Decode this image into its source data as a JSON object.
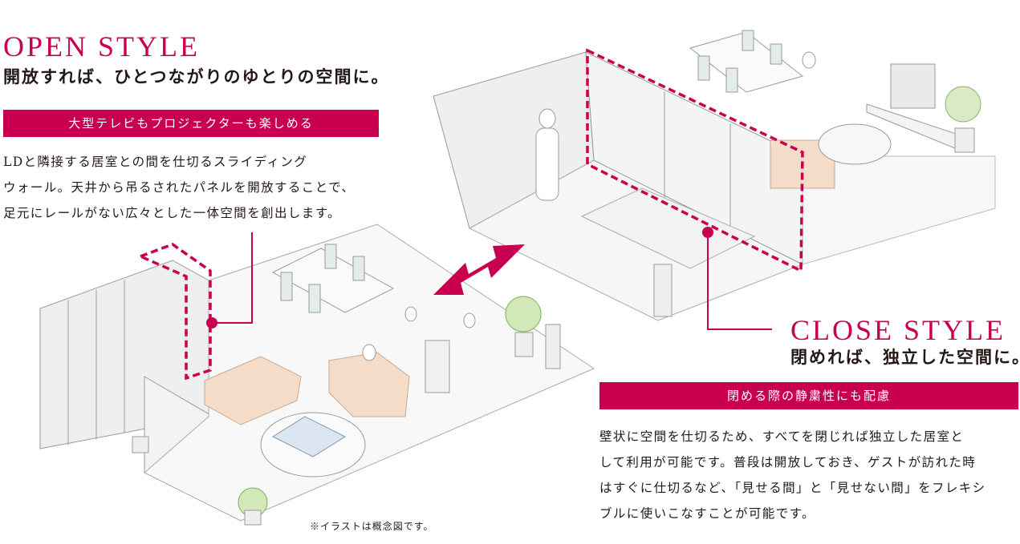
{
  "open": {
    "title": "OPEN STYLE",
    "subtitle": "開放すれば、ひとつながりのゆとりの空間に。",
    "bar": "大型テレビもプロジェクターも楽しめる",
    "body": [
      "LDと隣接する居室との間を仕切るスライディング",
      "ウォール。天井から吊るされたパネルを開放することで、",
      "足元にレールがない広々とした一体空間を創出します。"
    ]
  },
  "close": {
    "title": "CLOSE STYLE",
    "subtitle": "閉めれば、独立した空間に。",
    "bar": "閉める際の静粛性にも配慮",
    "body": [
      "壁状に空間を仕切るため、すべてを閉じれば独立した居室と",
      "して利用が可能です。普段は開放しておき、ゲストが訪れた時",
      "はすぐに仕切るなど、「見せる間」と「見せない間」をフレキシ",
      "ブルに使いこなすことが可能です。"
    ]
  },
  "note": "※イラストは概念図です。",
  "colors": {
    "accent": "#c8004f",
    "text": "#231815"
  },
  "icons": {
    "arrow": "double-arrow-icon"
  }
}
